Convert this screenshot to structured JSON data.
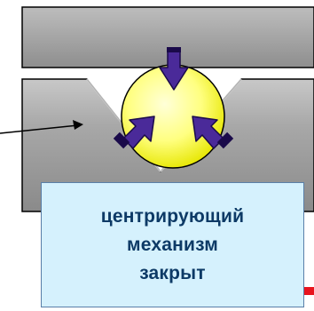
{
  "label": {
    "lines": [
      "центрирующий",
      "механизм",
      "закрыт"
    ]
  },
  "colors": {
    "block_fill": "#9e9e9e",
    "block_fill_light": "#c8c8c8",
    "block_stroke": "#000000",
    "ball_light": "#ffffa0",
    "ball_dark": "#e6e600",
    "arrow_fill": "#4a2a99",
    "arrow_stroke": "#1a0a4a",
    "label_bg": "#d5f1fd",
    "label_text": "#0d3a66",
    "accent_red": "#e8141e"
  },
  "icons": {
    "centering_arrows": "arrow-icon"
  }
}
